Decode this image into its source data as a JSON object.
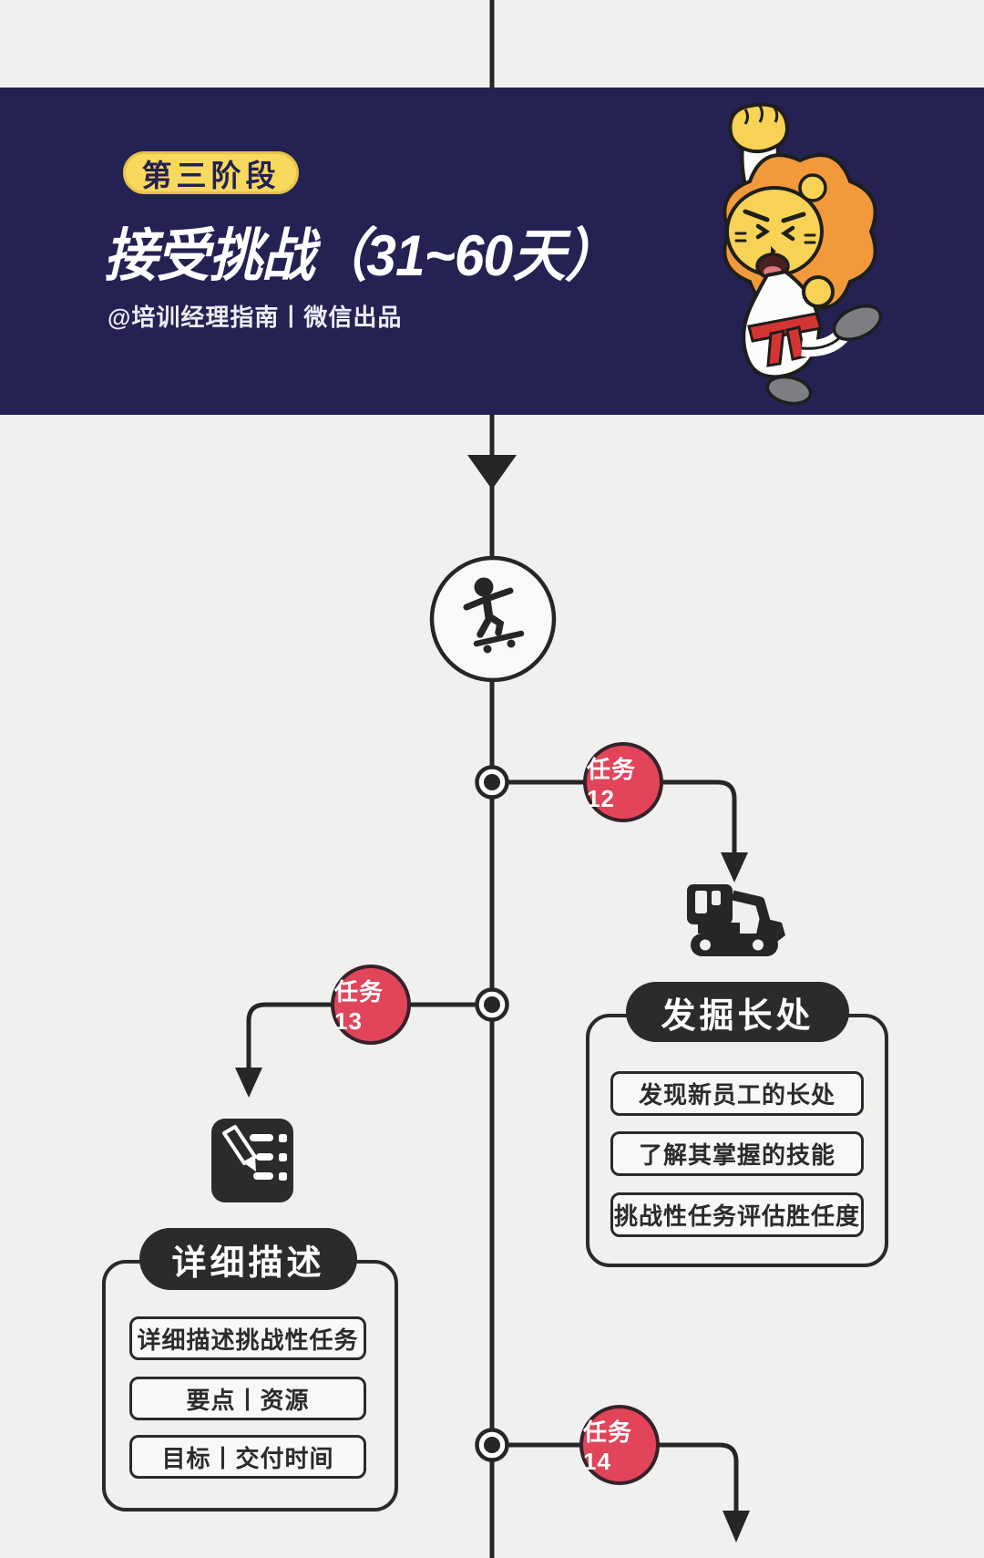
{
  "colors": {
    "background": "#f0f0ee",
    "banner_navy": "#242153",
    "badge_yellow": "#f8d95e",
    "task_red": "#e2445a",
    "line_dark": "#262626",
    "pill_black": "#2b2b2b",
    "text_white": "#ffffff",
    "text_dark": "#2b2b2b"
  },
  "header": {
    "badge": "第三阶段",
    "title": "接受挑战（31~60天）",
    "subtitle": "@培训经理指南丨微信出品",
    "mascot_icon": "karate-lion-mascot"
  },
  "timeline": {
    "start_icon": "skateboarder-icon",
    "nodes": [
      {
        "task_label": "任务12",
        "side": "right",
        "icon": "excavator-icon",
        "card": {
          "title": "发掘长处",
          "items": [
            "发现新员工的长处",
            "了解其掌握的技能",
            "挑战性任务评估胜任度"
          ]
        }
      },
      {
        "task_label": "任务13",
        "side": "left",
        "icon": "notes-pencil-icon",
        "card": {
          "title": "详细描述",
          "items": [
            "详细描述挑战性任务",
            "要点丨资源",
            "目标丨交付时间"
          ]
        }
      },
      {
        "task_label": "任务14",
        "side": "right",
        "icon": null,
        "card": null
      }
    ]
  }
}
